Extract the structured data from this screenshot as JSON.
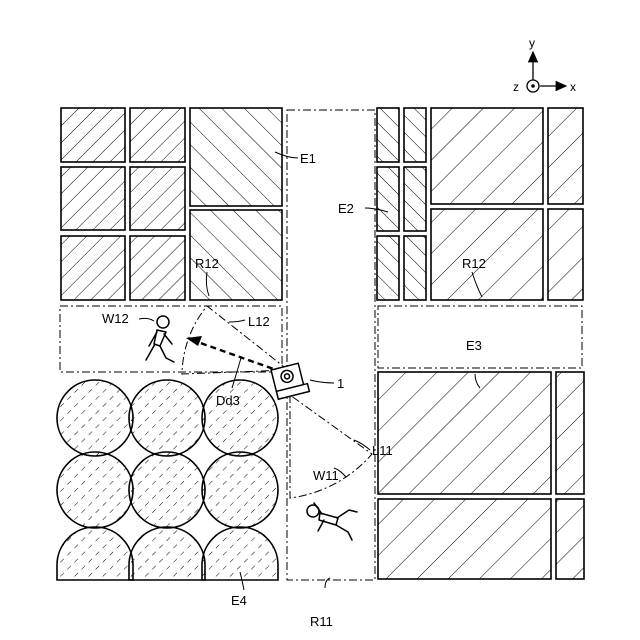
{
  "figure": {
    "axes": {
      "y": "y",
      "z": "z",
      "x": "x"
    },
    "labels": {
      "e1": "E1",
      "e2": "E2",
      "e3": "E3",
      "e4": "E4",
      "r12_left": "R12",
      "r12_right": "R12",
      "r11": "R11",
      "w12": "W12",
      "w11": "W11",
      "l12": "L12",
      "l11": "L11",
      "dd3": "Dd3",
      "robot": "1"
    }
  }
}
